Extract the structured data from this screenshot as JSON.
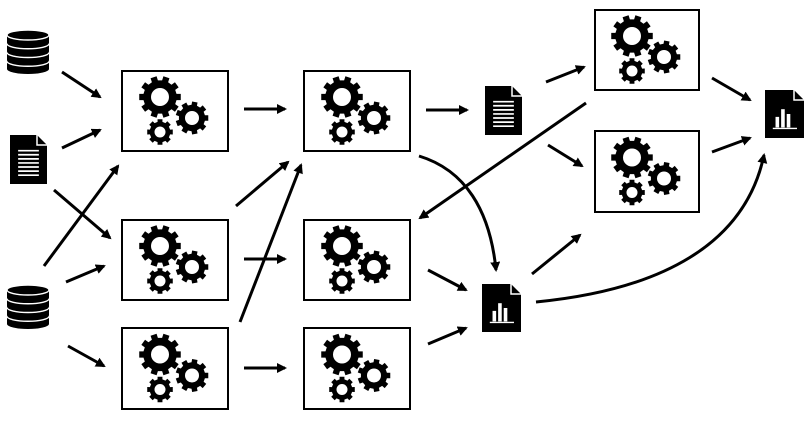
{
  "diagram": {
    "type": "data-processing-workflow",
    "colors": {
      "background": "#ffffff",
      "ink": "#000000"
    },
    "sources": [
      {
        "id": "db1",
        "icon": "database-icon"
      },
      {
        "id": "doc1",
        "icon": "document-icon"
      },
      {
        "id": "db2",
        "icon": "database-icon"
      }
    ],
    "processes": [
      {
        "id": "p1",
        "icon": "gears-icon"
      },
      {
        "id": "p2",
        "icon": "gears-icon"
      },
      {
        "id": "p3",
        "icon": "gears-icon"
      },
      {
        "id": "p4",
        "icon": "gears-icon"
      },
      {
        "id": "p5",
        "icon": "gears-icon"
      },
      {
        "id": "p6",
        "icon": "gears-icon"
      },
      {
        "id": "p7",
        "icon": "gears-icon"
      },
      {
        "id": "p8",
        "icon": "gears-icon"
      }
    ],
    "artifacts": [
      {
        "id": "doc2",
        "icon": "document-icon"
      },
      {
        "id": "chart1",
        "icon": "chart-document-icon"
      },
      {
        "id": "chart2",
        "icon": "chart-document-icon"
      }
    ],
    "edges": [
      {
        "from": "db1",
        "to": "p1"
      },
      {
        "from": "doc1",
        "to": "p1"
      },
      {
        "from": "doc1",
        "to": "p3"
      },
      {
        "from": "db2",
        "to": "p1"
      },
      {
        "from": "db2",
        "to": "p3"
      },
      {
        "from": "db2",
        "to": "p4"
      },
      {
        "from": "p1",
        "to": "p2"
      },
      {
        "from": "p3",
        "to": "p2"
      },
      {
        "from": "p3",
        "to": "p5"
      },
      {
        "from": "p4",
        "to": "p2"
      },
      {
        "from": "p4",
        "to": "p6"
      },
      {
        "from": "p2",
        "to": "doc2"
      },
      {
        "from": "p2",
        "to": "chart1"
      },
      {
        "from": "p5",
        "to": "chart1"
      },
      {
        "from": "p6",
        "to": "chart1"
      },
      {
        "from": "doc2",
        "to": "p7"
      },
      {
        "from": "doc2",
        "to": "p8"
      },
      {
        "from": "p7",
        "to": "p5"
      },
      {
        "from": "chart1",
        "to": "p8"
      },
      {
        "from": "chart1",
        "to": "chart2"
      },
      {
        "from": "p7",
        "to": "chart2"
      },
      {
        "from": "p8",
        "to": "chart2"
      }
    ]
  }
}
